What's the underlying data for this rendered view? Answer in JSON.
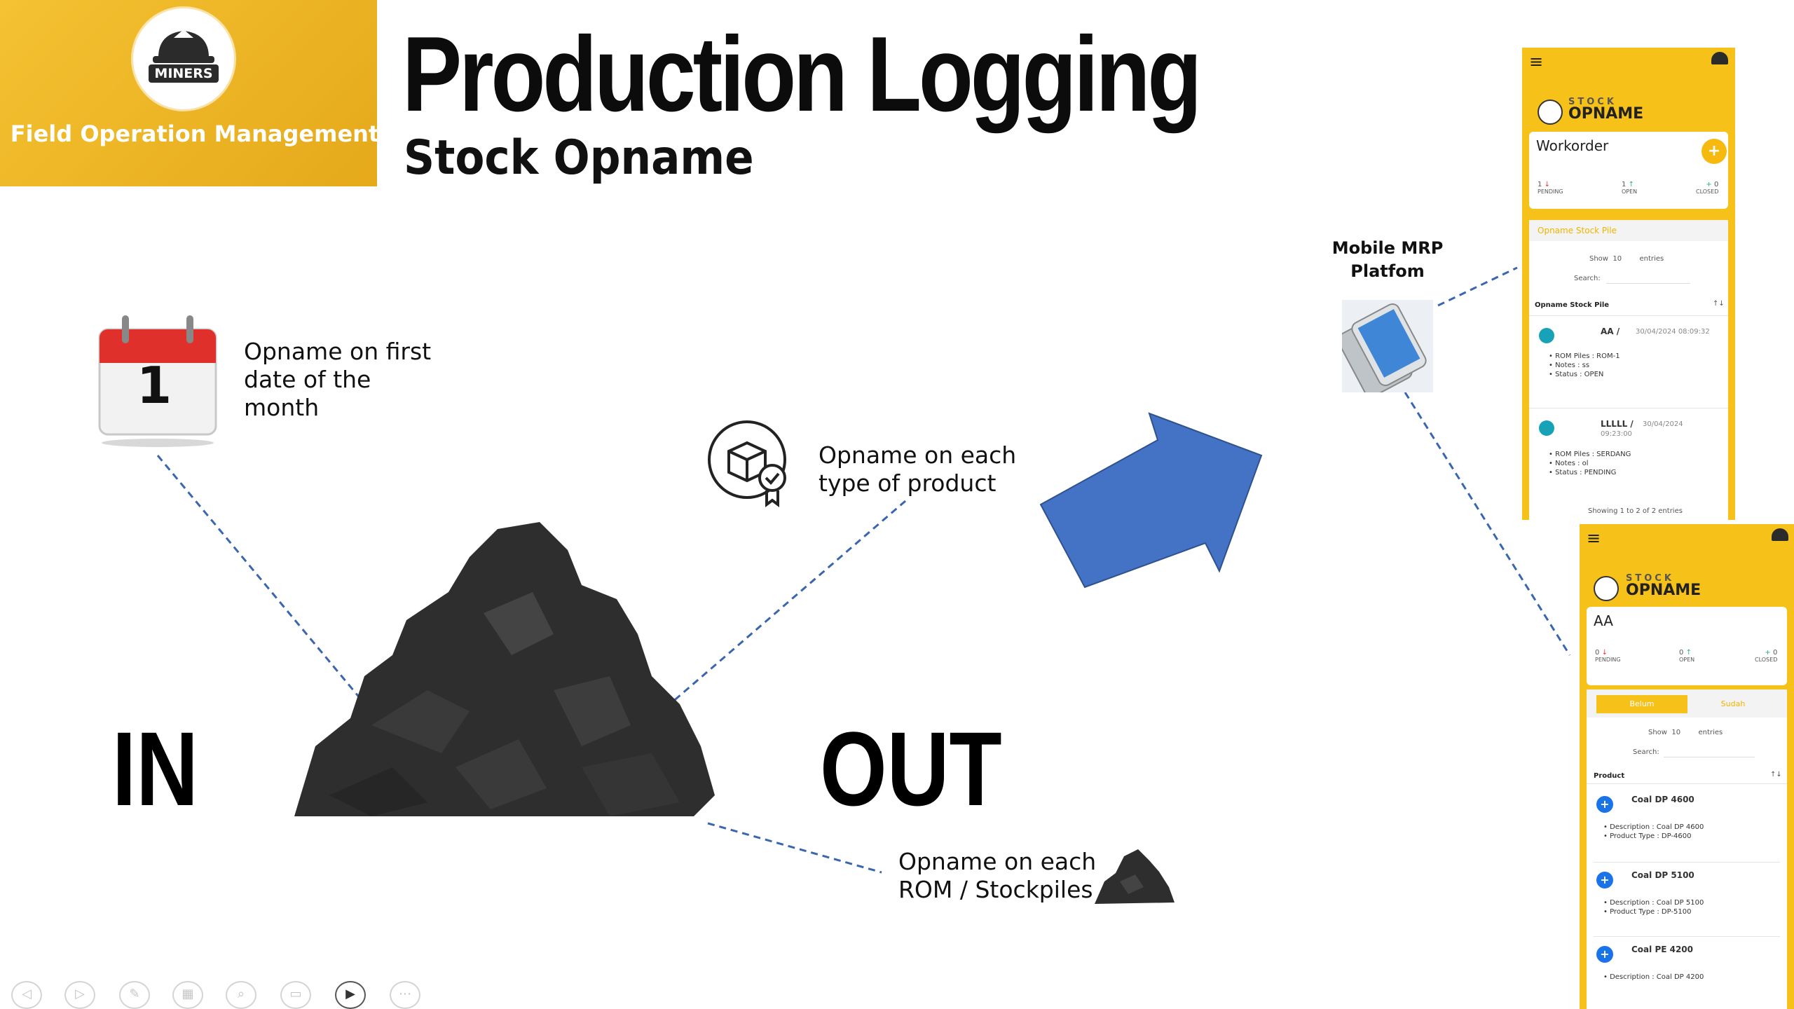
{
  "brand": {
    "logo_text": "MINERS",
    "subtitle": "Field Operation Management"
  },
  "title": "Production Logging",
  "subtitle": "Stock Opname",
  "calendar": {
    "day": "1"
  },
  "captions": {
    "first_date": [
      "Opname on first",
      "date of the",
      "month"
    ],
    "product": [
      "Opname on each",
      "type of product"
    ],
    "stockpile": [
      "Opname on each",
      "ROM / Stockpiles"
    ]
  },
  "labels": {
    "in": "IN",
    "out": "OUT"
  },
  "platform": {
    "line1": "Mobile MRP",
    "line2": "Platfom"
  },
  "phone1": {
    "brand_small": "STOCK",
    "brand_big": "OPNAME",
    "card_title": "Workorder",
    "counts": [
      {
        "num": "1",
        "arrow": "↓",
        "label": "PENDING"
      },
      {
        "num": "1",
        "arrow": "↑",
        "label": "OPEN"
      },
      {
        "num": "0",
        "arrow": "+",
        "label": "CLOSED"
      }
    ],
    "section_title": "Opname Stock Pile",
    "show_label": "Show",
    "show_value": "10",
    "entries_label": "entries",
    "search_label": "Search:",
    "table_header": "Opname Stock Pile",
    "rows": [
      {
        "title": "AA /",
        "date": "30/04/2024 08:09:32",
        "date2": "",
        "lines": [
          "ROM Piles : ROM-1",
          "Notes : ss",
          "Status : OPEN"
        ]
      },
      {
        "title": "LLLLL /",
        "date": "30/04/2024",
        "date2": "09:23:00",
        "lines": [
          "ROM Piles : SERDANG",
          "Notes : ol",
          "Status : PENDING"
        ]
      }
    ],
    "footer": "Showing 1 to 2 of 2 entries"
  },
  "phone2": {
    "brand_small": "STOCK",
    "brand_big": "OPNAME",
    "card_title": "AA",
    "counts": [
      {
        "num": "0",
        "arrow": "↓",
        "label": "PENDING"
      },
      {
        "num": "0",
        "arrow": "↑",
        "label": "OPEN"
      },
      {
        "num": "0",
        "arrow": "+",
        "label": "CLOSED"
      }
    ],
    "tabs": [
      "Belum",
      "Sudah"
    ],
    "show_label": "Show",
    "show_value": "10",
    "entries_label": "entries",
    "search_label": "Search:",
    "table_header": "Product",
    "rows": [
      {
        "title": "Coal DP 4600",
        "lines": [
          "Description : Coal DP 4600",
          "Product Type : DP-4600"
        ]
      },
      {
        "title": "Coal DP 5100",
        "lines": [
          "Description : Coal DP 5100",
          "Product Type : DP-5100"
        ]
      },
      {
        "title": "Coal PE 4200",
        "lines": [
          "Description : Coal DP 4200"
        ]
      }
    ]
  },
  "colors": {
    "brand": "#f4c232",
    "arrow": "#4472c4",
    "dash": "#3a66b0",
    "phone": "#f6c118"
  }
}
